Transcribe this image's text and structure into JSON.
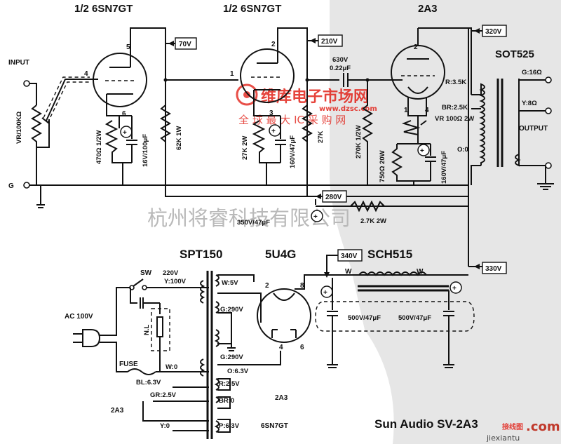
{
  "title": "Sun Audio SV-2A3",
  "tubes": {
    "v1": "1/2 6SN7GT",
    "v2": "1/2 6SN7GT",
    "v3": "2A3",
    "rect": "5U4G"
  },
  "transformers": {
    "output": "SOT525",
    "power": "SPT150",
    "choke": "SCH515"
  },
  "voltages": {
    "v1_plate": "70V",
    "v2_plate": "210V",
    "v3_plate": "320V",
    "node_280": "280V",
    "node_340": "340V",
    "node_330": "330V"
  },
  "labels": {
    "input": "INPUT",
    "ground": "G",
    "output": "OUTPUT",
    "vr": "VR/100KΩ",
    "r_470": "470Ω 1/2W",
    "c_16v": "16V/100μF",
    "r_62k": "62K 1W",
    "r_27k": "27K 2W",
    "c_160v_1": "160V/47μF",
    "r_27k_b": "27K",
    "c_630v": "630V",
    "c_022": "0.22μF",
    "r_270k": "270K 1/2W",
    "r_750": "750Ω 20W",
    "vr_100": "VR 100Ω 2W",
    "c_160v_2": "160V/47μF",
    "c_350v": "350V/47μF",
    "r_27k_2w": "2.7K 2W",
    "tap_g16": "G:16Ω",
    "tap_y8": "Y:8Ω",
    "tap_o0": "O:0",
    "tap_r35": "R:3.5K",
    "tap_br25": "BR:2.5K",
    "sw": "SW",
    "ac": "AC 100V",
    "nl": "N.L",
    "fuse": "FUSE",
    "p_220": "220V",
    "p_y100": "Y:100V",
    "p_w0": "W:0",
    "p_bl63": "BL:6.3V",
    "p_gr25": "GR:2.5V",
    "p_y0": "Y:0",
    "s_w5": "W:5V",
    "s_g290a": "G:290V",
    "s_g290b": "G:290V",
    "s_o63": "O:6.3V",
    "s_r25": "R:2.5V",
    "s_br0": "BR:0",
    "s_p63": "P:6.3V",
    "heater_2a3_left": "2A3",
    "heater_2a3_right": "2A3",
    "heater_6sn7": "6SN7GT",
    "c_500a": "500V/47μF",
    "c_500b": "500V/47μF",
    "choke_w1": "W",
    "choke_w2": "W"
  },
  "pins": {
    "v1_p": "5",
    "v1_g": "4",
    "v1_k": "6",
    "v2_p": "2",
    "v2_g": "1",
    "v2_k": "3",
    "v3_p": "2",
    "v3_k": "4",
    "v3_f": "1",
    "r_p2": "2",
    "r_p8": "8",
    "r_p4": "4",
    "r_p6": "6"
  },
  "watermarks": {
    "company": "杭州将睿科技有限公司",
    "site_cn": "维库电子市场网",
    "site_cn2": "全 球 最 大 IC 采 购 网",
    "site_url": "www.dzsc.com",
    "footer_cn": "接线图",
    "footer_dom": ".com",
    "footer_url": "jiexiantu"
  }
}
